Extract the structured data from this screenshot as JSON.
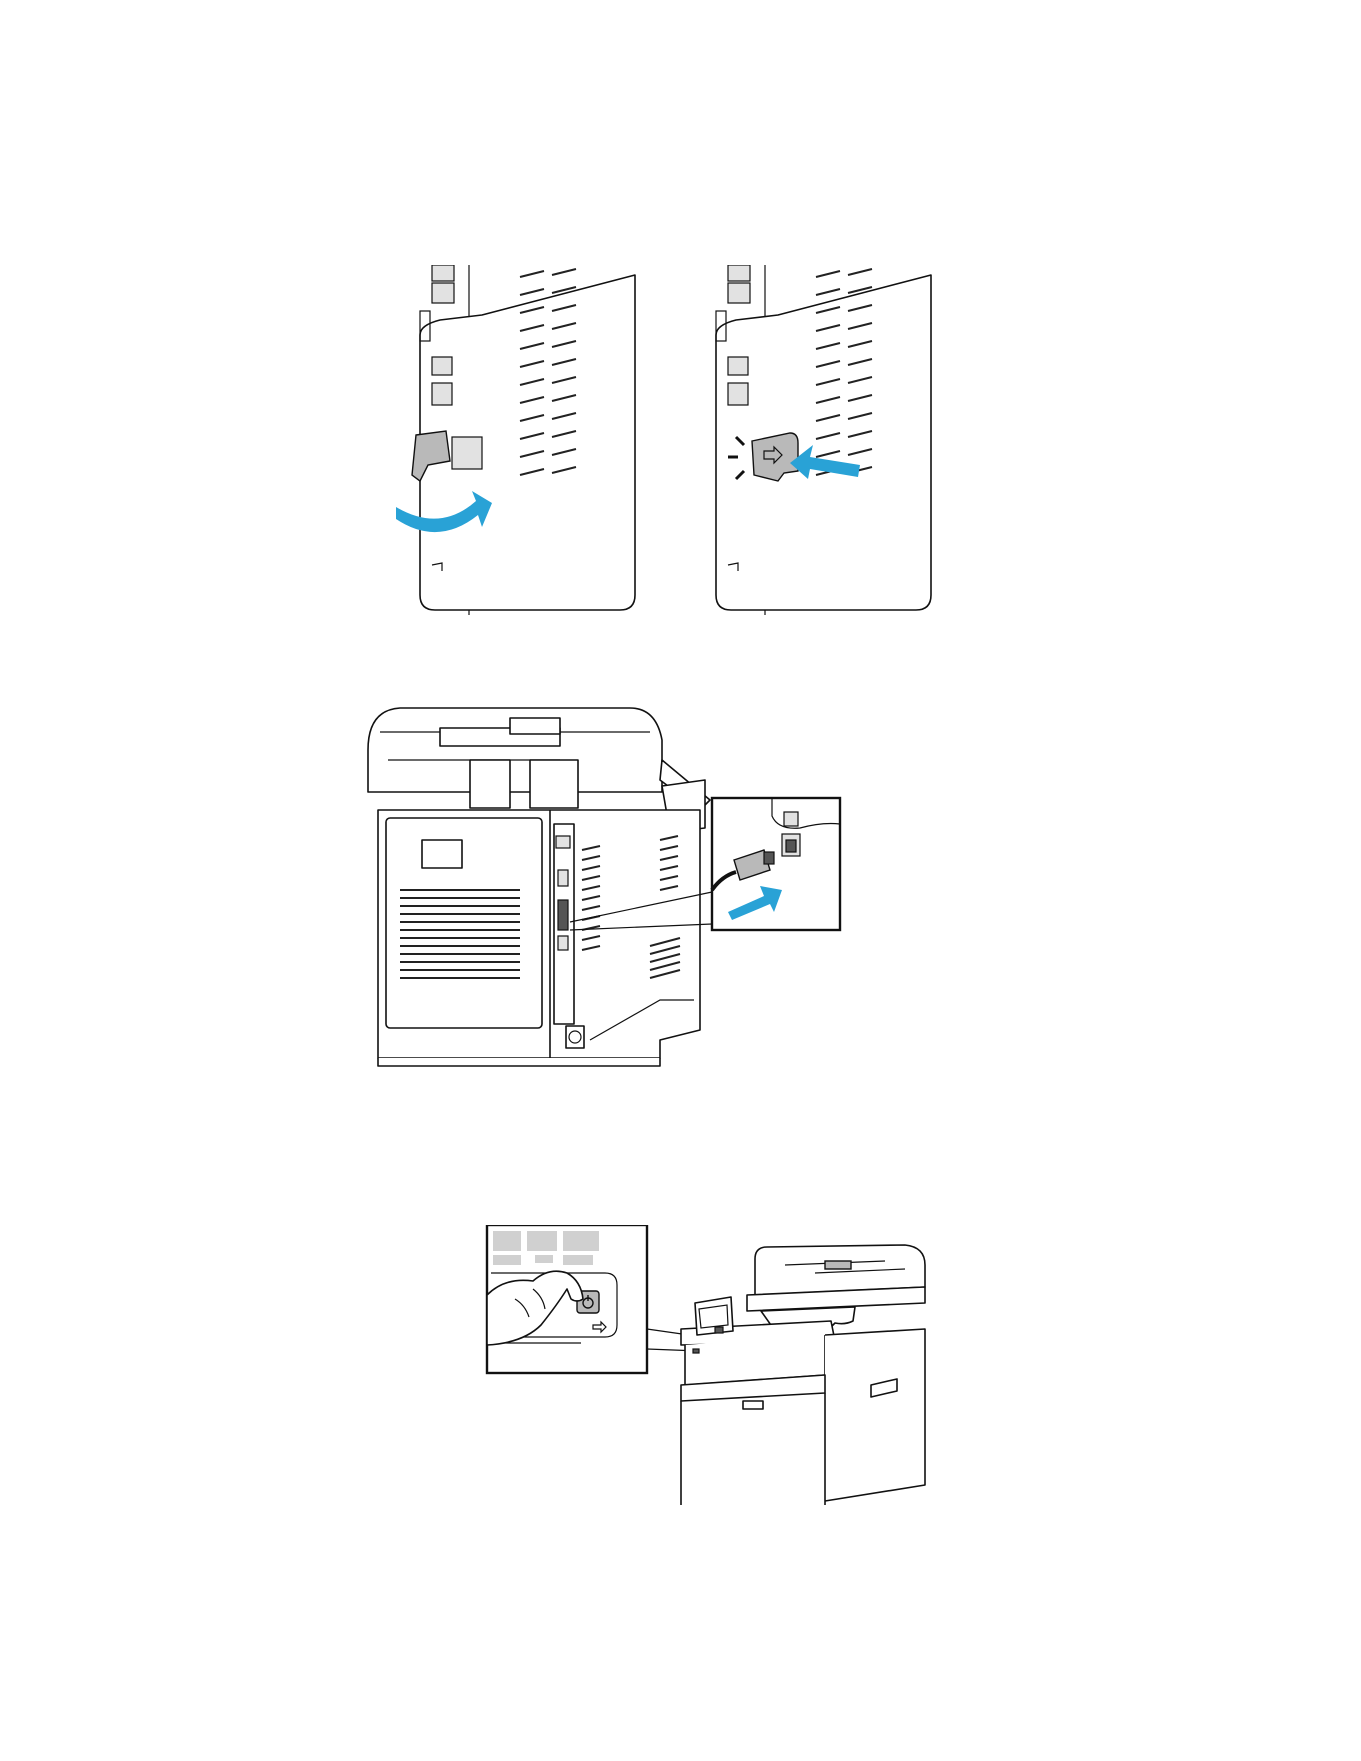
{
  "figures": [
    {
      "id": "rear-panel-network-port-steps"
    },
    {
      "id": "connect-ethernet-cable"
    },
    {
      "id": "power-on-printer"
    }
  ],
  "colors": {
    "accent_arrow": "#29a2d6",
    "line": "#111111",
    "part_grey": "#b9b9b9"
  },
  "icons": [
    "curved-arrow-icon",
    "push-arrow-icon",
    "click-ticks-icon",
    "insert-arrow-icon",
    "power-button-icon",
    "hand-icon"
  ]
}
